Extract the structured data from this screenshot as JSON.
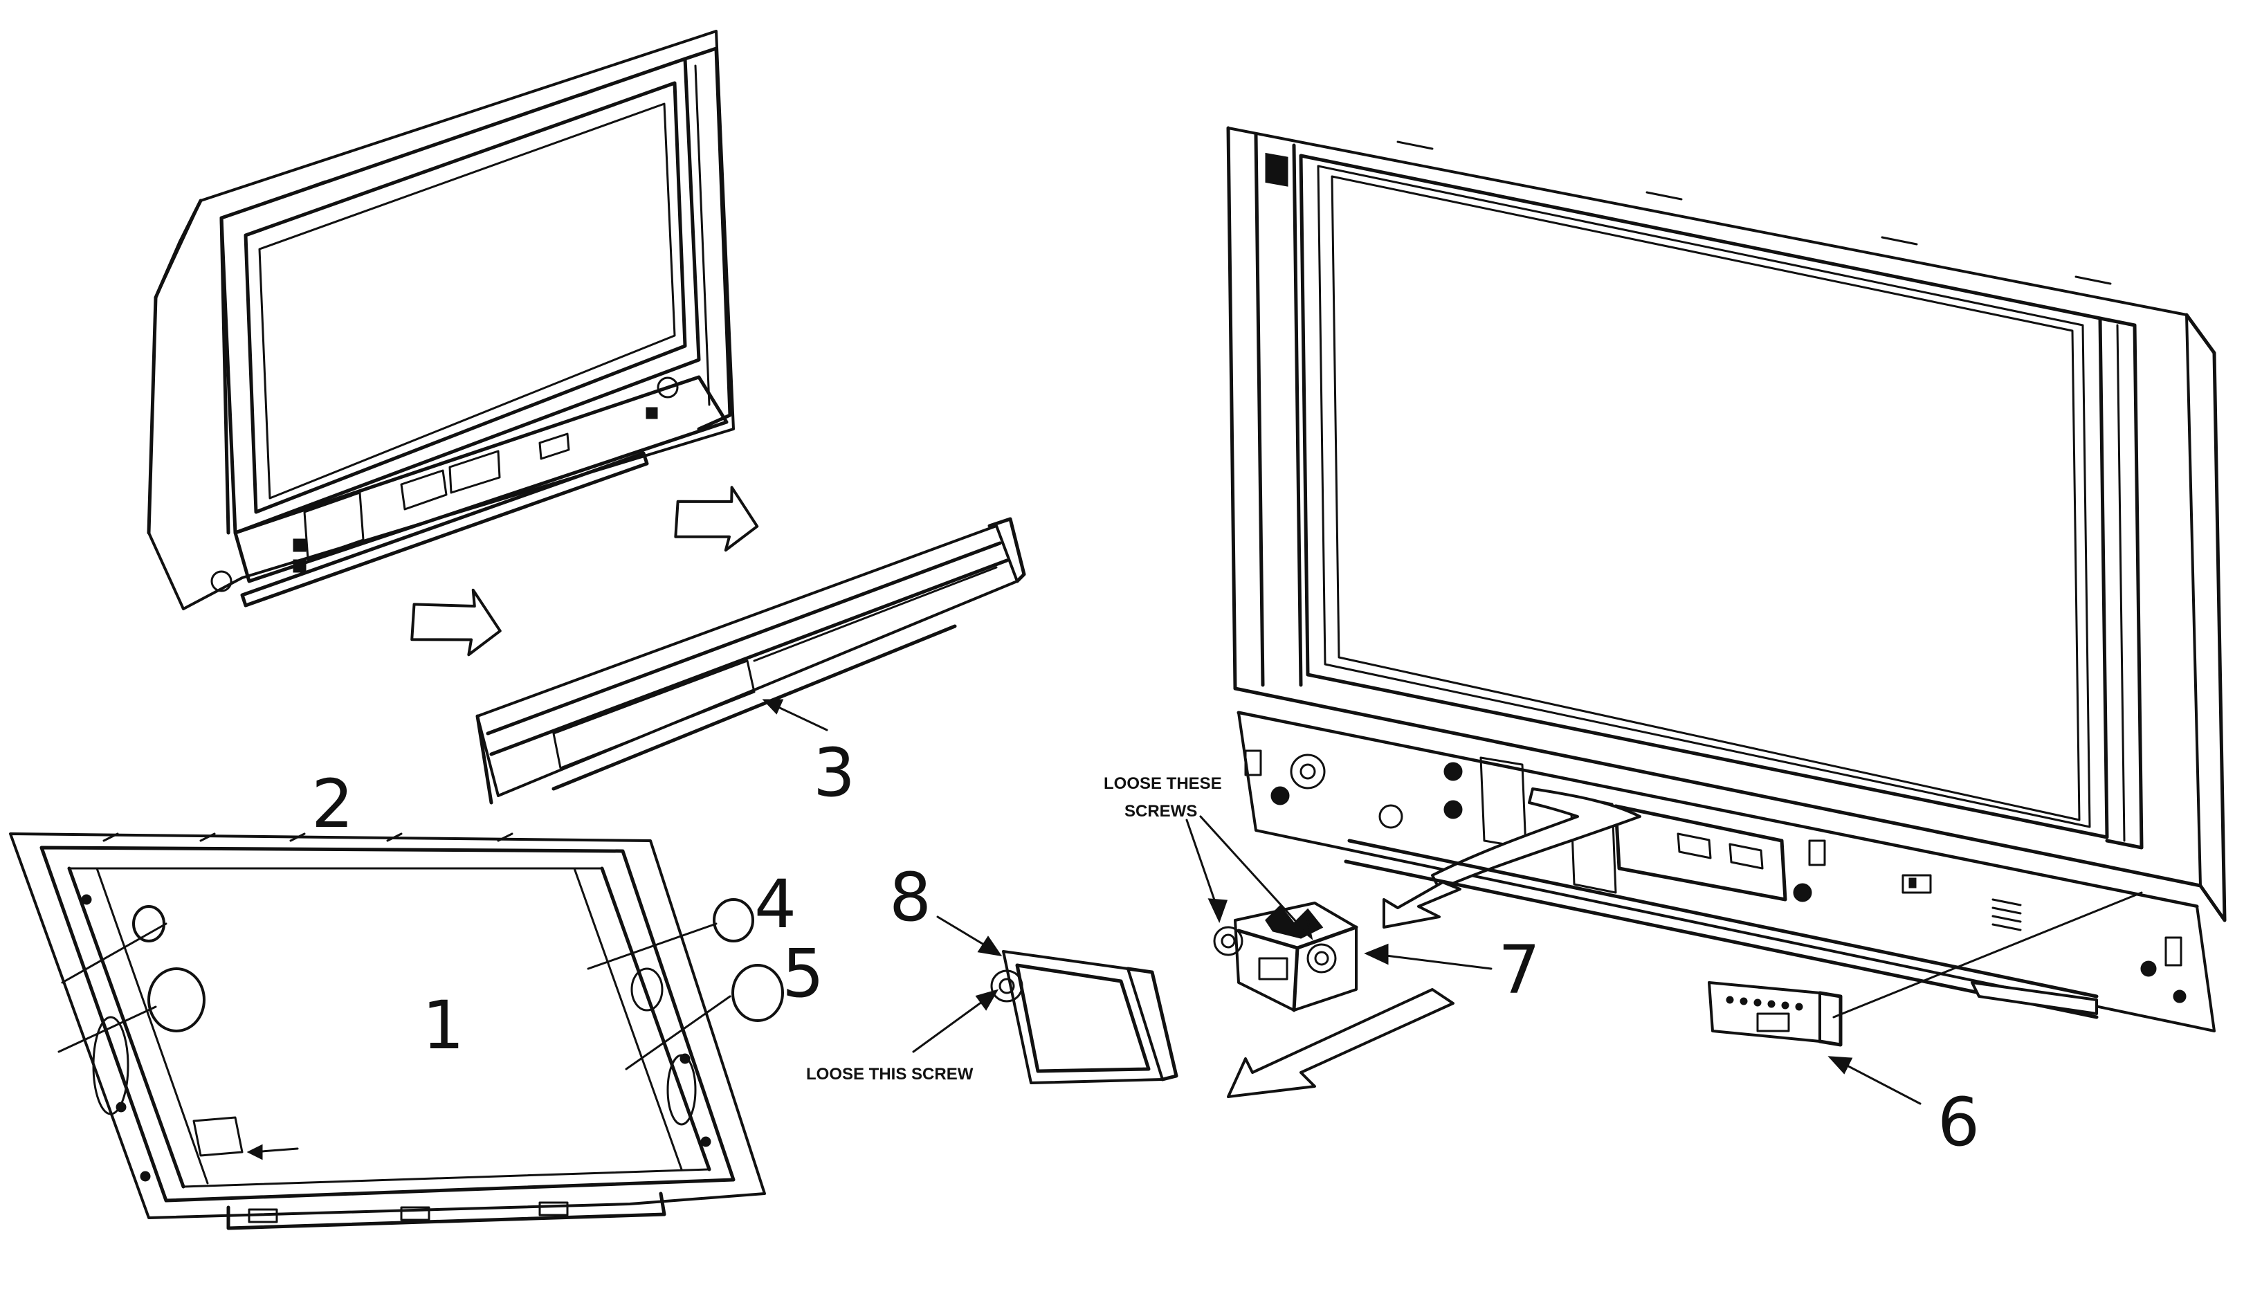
{
  "callouts": [
    {
      "id": "1",
      "label": "1"
    },
    {
      "id": "2",
      "label": "2"
    },
    {
      "id": "3",
      "label": "3"
    },
    {
      "id": "4",
      "label": "4"
    },
    {
      "id": "5",
      "label": "5"
    },
    {
      "id": "6",
      "label": "6"
    },
    {
      "id": "7",
      "label": "7"
    },
    {
      "id": "8",
      "label": "8"
    }
  ],
  "notes": {
    "loose_these_line1": "LOOSE THESE",
    "loose_these_line2": "SCREWS",
    "loose_this_screw": "LOOSE THIS SCREW"
  },
  "colors": {
    "ink": "#111111",
    "paper": "#ffffff"
  }
}
